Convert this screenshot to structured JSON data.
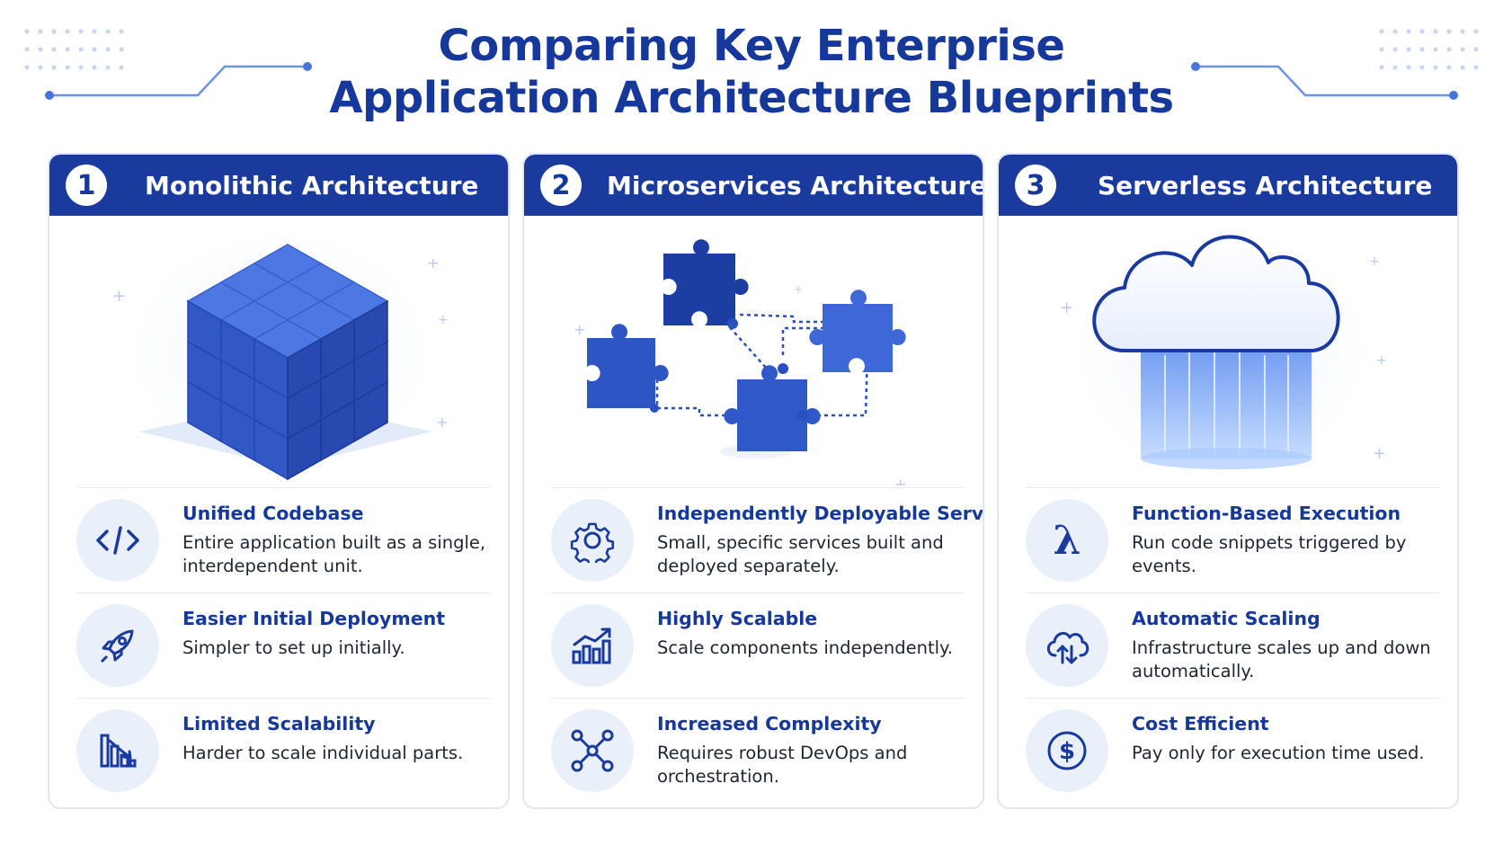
{
  "title": {
    "line1": "Comparing Key Enterprise",
    "line2": "Application Architecture Blueprints"
  },
  "colors": {
    "primary": "#1a3a9e",
    "accent": "#3f64d6",
    "light": "#eaf0fa",
    "border": "#dfe6f3"
  },
  "columns": [
    {
      "number": "1",
      "title": "Monolithic Architecture",
      "illustration": "cube-of-blocks",
      "features": [
        {
          "icon": "code-icon",
          "title": "Unified Codebase",
          "description": "Entire application built as a single, interdependent unit."
        },
        {
          "icon": "rocket-icon",
          "title": "Easier Initial Deployment",
          "description": "Simpler to set up initially."
        },
        {
          "icon": "declining-bar-chart-icon",
          "title": "Limited Scalability",
          "description": "Harder to scale individual parts."
        }
      ]
    },
    {
      "number": "2",
      "title": "Microservices Architecture",
      "illustration": "connected-puzzle-pieces",
      "features": [
        {
          "icon": "gear-icon",
          "title": "Independently Deployable Services",
          "description": "Small, specific services built and deployed separately."
        },
        {
          "icon": "growth-chart-icon",
          "title": "Highly Scalable",
          "description": "Scale components independently."
        },
        {
          "icon": "network-nodes-icon",
          "title": "Increased Complexity",
          "description": "Requires robust DevOps and orchestration."
        }
      ]
    },
    {
      "number": "3",
      "title": "Serverless Architecture",
      "illustration": "cloud-with-data-streams",
      "features": [
        {
          "icon": "lambda-icon",
          "title": "Function-Based Execution",
          "description": "Run code snippets triggered by events."
        },
        {
          "icon": "cloud-scaling-icon",
          "title": "Automatic Scaling",
          "description": "Infrastructure scales up and down automatically."
        },
        {
          "icon": "dollar-coin-icon",
          "title": "Cost Efficient",
          "description": "Pay only for execution time used."
        }
      ]
    }
  ]
}
